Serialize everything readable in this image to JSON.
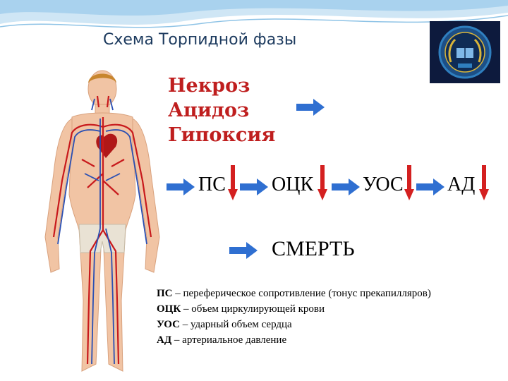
{
  "title": "Схема Торпидной фазы",
  "emblem": {
    "colors": {
      "background": "#0d1a3d",
      "ring": "#2f7fbf",
      "laurel": "#d8b43a"
    }
  },
  "causes": [
    "Некроз",
    "Ацидоз",
    "Гипоксия"
  ],
  "chain": [
    "ПС",
    "ОЦК",
    "УОС",
    "АД"
  ],
  "outcome": "СМЕРТЬ",
  "legend": [
    {
      "abbr": "ПС",
      "text": " – переферическое сопротивление (тонус прекапилляров)"
    },
    {
      "abbr": "ОЦК",
      "text": " – объем циркулирующей крови"
    },
    {
      "abbr": "УОС",
      "text": " – ударный объем сердца"
    },
    {
      "abbr": "АД",
      "text": " – артериальное давление"
    }
  ],
  "colors": {
    "arrow_right": "#2f6fd1",
    "arrow_down": "#d42020",
    "cause_text": "#bf1e1e",
    "title_text": "#1c3a5e"
  }
}
